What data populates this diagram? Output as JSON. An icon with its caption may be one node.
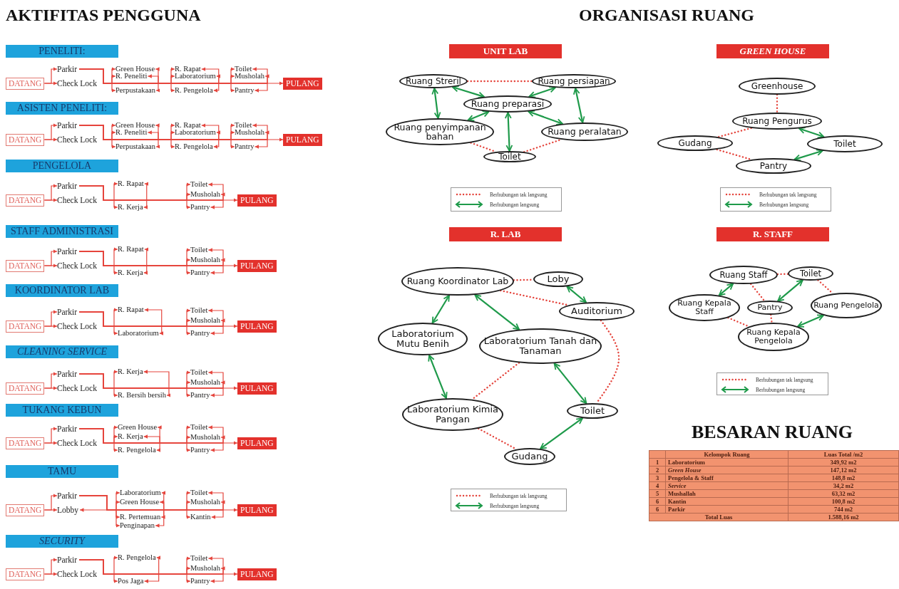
{
  "diagram": {
    "nodes": [
      {
        "text": [
          "PENELITI:"
        ]
      },
      {
        "text": [
          "DATANG"
        ]
      },
      {
        "text": [
          "Parkir"
        ]
      },
      {
        "text": [
          "Check Lock"
        ]
      },
      {
        "text": [
          "Green House"
        ]
      },
      {
        "text": [
          "R. Peneliti"
        ]
      },
      {
        "text": [
          "Perpustakaan"
        ]
      },
      {
        "text": [
          "R. Rapat"
        ]
      },
      {
        "text": [
          "Laboratorium"
        ]
      },
      {
        "text": [
          "R. Pengelola"
        ]
      },
      {
        "text": [
          "Toilet"
        ]
      },
      {
        "text": [
          "Musholah"
        ]
      },
      {
        "text": [
          "Pantry"
        ]
      },
      {
        "text": [
          "PULANG"
        ]
      },
      {
        "text": [
          "ASISTEN PENELITI:"
        ]
      },
      {
        "text": [
          "DATANG"
        ]
      },
      {
        "text": [
          "Parkir"
        ]
      },
      {
        "text": [
          "Check Lock"
        ]
      },
      {
        "text": [
          "Green House"
        ]
      },
      {
        "text": [
          "R. Peneliti"
        ]
      },
      {
        "text": [
          "Perpustakaan"
        ]
      },
      {
        "text": [
          "R. Rapat"
        ]
      },
      {
        "text": [
          "Laboratorium"
        ]
      },
      {
        "text": [
          "R. Pengelola"
        ]
      },
      {
        "text": [
          "Toilet"
        ]
      },
      {
        "text": [
          "Musholah"
        ]
      },
      {
        "text": [
          "Pantry"
        ]
      },
      {
        "text": [
          "PULANG"
        ]
      },
      {
        "text": [
          "PENGELOLA"
        ]
      },
      {
        "text": [
          "DATANG"
        ]
      },
      {
        "text": [
          "Parkir"
        ]
      },
      {
        "text": [
          "Check Lock"
        ]
      },
      {
        "text": [
          "R. Rapat"
        ]
      },
      {
        "text": [
          "R. Kerja"
        ]
      },
      {
        "text": [
          "Toilet"
        ]
      },
      {
        "text": [
          "Musholah"
        ]
      },
      {
        "text": [
          "Pantry"
        ]
      },
      {
        "text": [
          "PULANG"
        ]
      },
      {
        "text": [
          "STAFF ADMINISTRASI"
        ]
      },
      {
        "text": [
          "DATANG"
        ]
      },
      {
        "text": [
          "Parkir"
        ]
      },
      {
        "text": [
          "Check Lock"
        ]
      },
      {
        "text": [
          "R. Rapat"
        ]
      },
      {
        "text": [
          "R. Kerja"
        ]
      },
      {
        "text": [
          "Toilet"
        ]
      },
      {
        "text": [
          "Musholah"
        ]
      },
      {
        "text": [
          "Pantry"
        ]
      },
      {
        "text": [
          "PULANG"
        ]
      },
      {
        "text": [
          "KOORDINATOR LAB"
        ]
      },
      {
        "text": [
          "DATANG"
        ]
      },
      {
        "text": [
          "Parkir"
        ]
      },
      {
        "text": [
          "Check Lock"
        ]
      },
      {
        "text": [
          "R. Rapat"
        ]
      },
      {
        "text": [
          "Laboratorium"
        ]
      },
      {
        "text": [
          "Toilet"
        ]
      },
      {
        "text": [
          "Musholah"
        ]
      },
      {
        "text": [
          "Pantry"
        ]
      },
      {
        "text": [
          "PULANG"
        ]
      },
      {
        "text": [
          "CLEANING SERVICE"
        ]
      },
      {
        "text": [
          "DATANG"
        ]
      },
      {
        "text": [
          "Parkir"
        ]
      },
      {
        "text": [
          "Check Lock"
        ]
      },
      {
        "text": [
          "R. Kerja"
        ]
      },
      {
        "text": [
          "R. Bersih bersih"
        ]
      },
      {
        "text": [
          "Toilet"
        ]
      },
      {
        "text": [
          "Musholah"
        ]
      },
      {
        "text": [
          "Pantry"
        ]
      },
      {
        "text": [
          "PULANG"
        ]
      },
      {
        "text": [
          "TUKANG KEBUN"
        ]
      },
      {
        "text": [
          "DATANG"
        ]
      },
      {
        "text": [
          "Parkir"
        ]
      },
      {
        "text": [
          "Check Lock"
        ]
      },
      {
        "text": [
          "Green House"
        ]
      },
      {
        "text": [
          "R. Kerja"
        ]
      },
      {
        "text": [
          "R. Pengelola"
        ]
      },
      {
        "text": [
          "Toilet"
        ]
      },
      {
        "text": [
          "Musholah"
        ]
      },
      {
        "text": [
          "Pantry"
        ]
      },
      {
        "text": [
          "PULANG"
        ]
      },
      {
        "text": [
          "TAMU"
        ]
      },
      {
        "text": [
          "DATANG"
        ]
      },
      {
        "text": [
          "Parkir"
        ]
      },
      {
        "text": [
          "Lobby"
        ]
      },
      {
        "text": [
          "Laboratorium"
        ]
      },
      {
        "text": [
          "Green House"
        ]
      },
      {
        "text": [
          "R. Pertemuan"
        ]
      },
      {
        "text": [
          "Penginapan"
        ]
      },
      {
        "text": [
          "Toilet"
        ]
      },
      {
        "text": [
          "Musholah"
        ]
      },
      {
        "text": [
          "Kantin"
        ]
      },
      {
        "text": [
          "PULANG"
        ]
      },
      {
        "text": [
          "SECURITY"
        ]
      },
      {
        "text": [
          "DATANG"
        ]
      },
      {
        "text": [
          "Parkir"
        ]
      },
      {
        "text": [
          "Check Lock"
        ]
      },
      {
        "text": [
          "R. Pengelola"
        ]
      },
      {
        "text": [
          "Pos Jaga"
        ]
      },
      {
        "text": [
          "Toilet"
        ]
      },
      {
        "text": [
          "Musholah"
        ]
      },
      {
        "text": [
          "Pantry"
        ]
      },
      {
        "text": [
          "PULANG"
        ]
      },
      {
        "text": [
          "UNIT LAB"
        ]
      },
      {
        "text": [
          "Ruang Streril"
        ]
      },
      {
        "text": [
          "Ruang persiapan"
        ]
      },
      {
        "text": [
          "Ruang preparasi"
        ]
      },
      {
        "text": [
          "Ruang penyimpanan bahan"
        ]
      },
      {
        "text": [
          "Ruang peralatan"
        ]
      },
      {
        "text": [
          "Toilet"
        ]
      },
      {
        "text": [
          "GREEN HOUSE"
        ]
      },
      {
        "text": [
          "Greenhouse"
        ]
      },
      {
        "text": [
          "Ruang Pengurus"
        ]
      },
      {
        "text": [
          "Gudang"
        ]
      },
      {
        "text": [
          "Toilet"
        ]
      },
      {
        "text": [
          "Pantry"
        ]
      },
      {
        "text": [
          "R. LAB"
        ]
      },
      {
        "text": [
          "Ruang Koordinator Lab"
        ]
      },
      {
        "text": [
          "Loby"
        ]
      },
      {
        "text": [
          "Auditorium"
        ]
      },
      {
        "text": [
          "Laboratorium Mutu Benih"
        ]
      },
      {
        "text": [
          "Laboratorium Tanah dan Tanaman"
        ]
      },
      {
        "text": [
          "Laboratorium Kimia Pangan"
        ]
      },
      {
        "text": [
          "Toilet"
        ]
      },
      {
        "text": [
          "Gudang"
        ]
      },
      {
        "text": [
          "R. STAFF"
        ]
      },
      {
        "text": [
          "Ruang Staff"
        ]
      },
      {
        "text": [
          "Toilet"
        ]
      },
      {
        "text": [
          "Ruang Kepala Staff"
        ]
      },
      {
        "text": [
          "Pantry"
        ]
      },
      {
        "text": [
          "Ruang Pengelola"
        ]
      },
      {
        "text": [
          "Ruang Kepala Pengelola"
        ]
      }
    ],
    "edges": [
      {
        "from": 1,
        "to": 2,
        "arrow": "to"
      },
      {
        "from": 1,
        "to": 3,
        "arrow": "to"
      },
      {
        "from": 2,
        "to": 13,
        "arrow": "to"
      },
      {
        "from": 2,
        "to": 4,
        "arrow": "to"
      },
      {
        "from": 2,
        "to": 4,
        "arrow": "to"
      },
      {
        "from": 2,
        "to": 5,
        "arrow": "to"
      },
      {
        "from": 2,
        "to": 5,
        "arrow": "to"
      },
      {
        "from": 2,
        "to": 6,
        "arrow": "to"
      },
      {
        "from": 2,
        "to": 6,
        "arrow": "to"
      },
      {
        "from": 2,
        "to": 7,
        "arrow": "to"
      },
      {
        "from": 2,
        "to": 7,
        "arrow": "to"
      },
      {
        "from": 2,
        "to": 8,
        "arrow": "to"
      },
      {
        "from": 2,
        "to": 8,
        "arrow": "to"
      },
      {
        "from": 2,
        "to": 9,
        "arrow": "to"
      },
      {
        "from": 2,
        "to": 9,
        "arrow": "to"
      },
      {
        "from": 2,
        "to": 10,
        "arrow": "to"
      },
      {
        "from": 2,
        "to": 10,
        "arrow": "to"
      },
      {
        "from": 2,
        "to": 11,
        "arrow": "to"
      },
      {
        "from": 2,
        "to": 11,
        "arrow": "to"
      },
      {
        "from": 2,
        "to": 12,
        "arrow": "to"
      },
      {
        "from": 2,
        "to": 12,
        "arrow": "to"
      },
      {
        "from": 15,
        "to": 16,
        "arrow": "to"
      },
      {
        "from": 15,
        "to": 17,
        "arrow": "to"
      },
      {
        "from": 16,
        "to": 27,
        "arrow": "to"
      },
      {
        "from": 16,
        "to": 18,
        "arrow": "to"
      },
      {
        "from": 16,
        "to": 18,
        "arrow": "to"
      },
      {
        "from": 16,
        "to": 19,
        "arrow": "to"
      },
      {
        "from": 16,
        "to": 19,
        "arrow": "to"
      },
      {
        "from": 16,
        "to": 20,
        "arrow": "to"
      },
      {
        "from": 16,
        "to": 20,
        "arrow": "to"
      },
      {
        "from": 16,
        "to": 21,
        "arrow": "to"
      },
      {
        "from": 16,
        "to": 21,
        "arrow": "to"
      },
      {
        "from": 16,
        "to": 22,
        "arrow": "to"
      },
      {
        "from": 16,
        "to": 22,
        "arrow": "to"
      },
      {
        "from": 16,
        "to": 23,
        "arrow": "to"
      },
      {
        "from": 16,
        "to": 23,
        "arrow": "to"
      },
      {
        "from": 16,
        "to": 24,
        "arrow": "to"
      },
      {
        "from": 16,
        "to": 24,
        "arrow": "to"
      },
      {
        "from": 16,
        "to": 25,
        "arrow": "to"
      },
      {
        "from": 16,
        "to": 25,
        "arrow": "to"
      },
      {
        "from": 16,
        "to": 26,
        "arrow": "to"
      },
      {
        "from": 16,
        "to": 26,
        "arrow": "to"
      },
      {
        "from": 29,
        "to": 30,
        "arrow": "to"
      },
      {
        "from": 29,
        "to": 31,
        "arrow": "to"
      },
      {
        "from": 30,
        "to": 37,
        "arrow": "to"
      },
      {
        "from": 30,
        "to": 32,
        "arrow": "to"
      },
      {
        "from": 30,
        "to": 32,
        "arrow": "to"
      },
      {
        "from": 30,
        "to": 33,
        "arrow": "to"
      },
      {
        "from": 30,
        "to": 33,
        "arrow": "to"
      },
      {
        "from": 30,
        "to": 34,
        "arrow": "to"
      },
      {
        "from": 30,
        "to": 34,
        "arrow": "to"
      },
      {
        "from": 30,
        "to": 35,
        "arrow": "to"
      },
      {
        "from": 30,
        "to": 35,
        "arrow": "to"
      },
      {
        "from": 30,
        "to": 36,
        "arrow": "to"
      },
      {
        "from": 30,
        "to": 36,
        "arrow": "to"
      },
      {
        "from": 39,
        "to": 40,
        "arrow": "to"
      },
      {
        "from": 39,
        "to": 41,
        "arrow": "to"
      },
      {
        "from": 40,
        "to": 47,
        "arrow": "to"
      },
      {
        "from": 40,
        "to": 42,
        "arrow": "to"
      },
      {
        "from": 40,
        "to": 42,
        "arrow": "to"
      },
      {
        "from": 40,
        "to": 43,
        "arrow": "to"
      },
      {
        "from": 40,
        "to": 43,
        "arrow": "to"
      },
      {
        "from": 40,
        "to": 44,
        "arrow": "to"
      },
      {
        "from": 40,
        "to": 44,
        "arrow": "to"
      },
      {
        "from": 40,
        "to": 45,
        "arrow": "to"
      },
      {
        "from": 40,
        "to": 45,
        "arrow": "to"
      },
      {
        "from": 40,
        "to": 46,
        "arrow": "to"
      },
      {
        "from": 40,
        "to": 46,
        "arrow": "to"
      },
      {
        "from": 49,
        "to": 50,
        "arrow": "to"
      },
      {
        "from": 49,
        "to": 51,
        "arrow": "to"
      },
      {
        "from": 50,
        "to": 57,
        "arrow": "to"
      },
      {
        "from": 50,
        "to": 52,
        "arrow": "to"
      },
      {
        "from": 50,
        "to": 52,
        "arrow": "to"
      },
      {
        "from": 50,
        "to": 53,
        "arrow": "to"
      },
      {
        "from": 50,
        "to": 53,
        "arrow": "to"
      },
      {
        "from": 50,
        "to": 54,
        "arrow": "to"
      },
      {
        "from": 50,
        "to": 54,
        "arrow": "to"
      },
      {
        "from": 50,
        "to": 55,
        "arrow": "to"
      },
      {
        "from": 50,
        "to": 55,
        "arrow": "to"
      },
      {
        "from": 50,
        "to": 56,
        "arrow": "to"
      },
      {
        "from": 50,
        "to": 56,
        "arrow": "to"
      },
      {
        "from": 59,
        "to": 60,
        "arrow": "to"
      },
      {
        "from": 59,
        "to": 61,
        "arrow": "to"
      },
      {
        "from": 60,
        "to": 67,
        "arrow": "to"
      },
      {
        "from": 60,
        "to": 62,
        "arrow": "to"
      },
      {
        "from": 60,
        "to": 62,
        "arrow": "to"
      },
      {
        "from": 60,
        "to": 63,
        "arrow": "to"
      },
      {
        "from": 60,
        "to": 63,
        "arrow": "to"
      },
      {
        "from": 60,
        "to": 64,
        "arrow": "to"
      },
      {
        "from": 60,
        "to": 64,
        "arrow": "to"
      },
      {
        "from": 60,
        "to": 65,
        "arrow": "to"
      },
      {
        "from": 60,
        "to": 65,
        "arrow": "to"
      },
      {
        "from": 60,
        "to": 66,
        "arrow": "to"
      },
      {
        "from": 60,
        "to": 66,
        "arrow": "to"
      },
      {
        "from": 69,
        "to": 70,
        "arrow": "to"
      },
      {
        "from": 69,
        "to": 71,
        "arrow": "to"
      },
      {
        "from": 70,
        "to": 78,
        "arrow": "to"
      },
      {
        "from": 70,
        "to": 72,
        "arrow": "to"
      },
      {
        "from": 70,
        "to": 72,
        "arrow": "to"
      },
      {
        "from": 70,
        "to": 73,
        "arrow": "to"
      },
      {
        "from": 70,
        "to": 73,
        "arrow": "to"
      },
      {
        "from": 70,
        "to": 74,
        "arrow": "to"
      },
      {
        "from": 70,
        "to": 74,
        "arrow": "to"
      },
      {
        "from": 70,
        "to": 75,
        "arrow": "to"
      },
      {
        "from": 70,
        "to": 75,
        "arrow": "to"
      },
      {
        "from": 70,
        "to": 76,
        "arrow": "to"
      },
      {
        "from": 70,
        "to": 76,
        "arrow": "to"
      },
      {
        "from": 70,
        "to": 77,
        "arrow": "to"
      },
      {
        "from": 70,
        "to": 77,
        "arrow": "to"
      },
      {
        "from": 80,
        "to": 81,
        "arrow": "to"
      },
      {
        "from": 80,
        "to": 82,
        "arrow": "to"
      },
      {
        "from": 81,
        "to": 90,
        "arrow": "to"
      },
      {
        "from": 81,
        "to": 82,
        "arrow": "to"
      },
      {
        "from": 81,
        "to": 83,
        "arrow": "to"
      },
      {
        "from": 81,
        "to": 83,
        "arrow": "to"
      },
      {
        "from": 81,
        "to": 84,
        "arrow": "to"
      },
      {
        "from": 81,
        "to": 84,
        "arrow": "to"
      },
      {
        "from": 81,
        "to": 85,
        "arrow": "to"
      },
      {
        "from": 81,
        "to": 85,
        "arrow": "to"
      },
      {
        "from": 81,
        "to": 86,
        "arrow": "to"
      },
      {
        "from": 81,
        "to": 86,
        "arrow": "to"
      },
      {
        "from": 81,
        "to": 87,
        "arrow": "to"
      },
      {
        "from": 81,
        "to": 87,
        "arrow": "to"
      },
      {
        "from": 81,
        "to": 88,
        "arrow": "to"
      },
      {
        "from": 81,
        "to": 88,
        "arrow": "to"
      },
      {
        "from": 81,
        "to": 89,
        "arrow": "to"
      },
      {
        "from": 81,
        "to": 89,
        "arrow": "to"
      },
      {
        "from": 92,
        "to": 93,
        "arrow": "to"
      },
      {
        "from": 92,
        "to": 94,
        "arrow": "to"
      },
      {
        "from": 93,
        "to": 100,
        "arrow": "to"
      },
      {
        "from": 93,
        "to": 95,
        "arrow": "to"
      },
      {
        "from": 93,
        "to": 95,
        "arrow": "to"
      },
      {
        "from": 93,
        "to": 96,
        "arrow": "to"
      },
      {
        "from": 93,
        "to": 96,
        "arrow": "to"
      },
      {
        "from": 93,
        "to": 97,
        "arrow": "to"
      },
      {
        "from": 93,
        "to": 97,
        "arrow": "to"
      },
      {
        "from": 93,
        "to": 98,
        "arrow": "to"
      },
      {
        "from": 93,
        "to": 98,
        "arrow": "to"
      },
      {
        "from": 93,
        "to": 99,
        "arrow": "to"
      },
      {
        "from": 93,
        "to": 99,
        "arrow": "to"
      },
      {
        "from": 102,
        "to": 103,
        "arrow": "none",
        "style": "dashed"
      },
      {
        "from": 102,
        "to": 104,
        "arrow": "both",
        "color": "#1e9a4a"
      },
      {
        "from": 102,
        "to": 105,
        "arrow": "both",
        "color": "#1e9a4a"
      },
      {
        "from": 103,
        "to": 104,
        "arrow": "both",
        "color": "#1e9a4a"
      },
      {
        "from": 103,
        "to": 106,
        "arrow": "both",
        "color": "#1e9a4a"
      },
      {
        "from": 104,
        "to": 105,
        "arrow": "both",
        "color": "#1e9a4a"
      },
      {
        "from": 104,
        "to": 107,
        "arrow": "both",
        "color": "#1e9a4a"
      },
      {
        "from": 104,
        "to": 106,
        "arrow": "both",
        "color": "#1e9a4a"
      },
      {
        "from": 105,
        "to": 107,
        "arrow": "none",
        "style": "dashed"
      },
      {
        "from": 107,
        "to": 106,
        "arrow": "none",
        "style": "dashed"
      },
      {
        "from": 109,
        "to": 110,
        "arrow": "none",
        "style": "dashed"
      },
      {
        "from": 110,
        "to": 111,
        "arrow": "none",
        "style": "dashed"
      },
      {
        "from": 111,
        "to": 113,
        "arrow": "none",
        "style": "dashed"
      },
      {
        "from": 110,
        "to": 112,
        "arrow": "both",
        "color": "#1e9a4a"
      },
      {
        "from": 112,
        "to": 113,
        "arrow": "both",
        "color": "#1e9a4a"
      },
      {
        "from": 115,
        "to": 116,
        "arrow": "none",
        "style": "dashed"
      },
      {
        "from": 115,
        "to": 117,
        "arrow": "none",
        "style": "dashed"
      },
      {
        "from": 116,
        "to": 117,
        "arrow": "both",
        "color": "#1e9a4a"
      },
      {
        "from": 115,
        "to": 118,
        "arrow": "both",
        "color": "#1e9a4a"
      },
      {
        "from": 115,
        "to": 119,
        "arrow": "both",
        "color": "#1e9a4a"
      },
      {
        "from": 118,
        "to": 120,
        "arrow": "both",
        "color": "#1e9a4a"
      },
      {
        "from": 119,
        "to": 120,
        "arrow": "none",
        "style": "dashed"
      },
      {
        "from": 119,
        "to": 121,
        "arrow": "both",
        "color": "#1e9a4a"
      },
      {
        "from": 117,
        "to": 121,
        "arrow": "none",
        "style": "dashed"
      },
      {
        "from": 120,
        "to": 122,
        "arrow": "none",
        "style": "dashed"
      },
      {
        "from": 122,
        "to": 121,
        "arrow": "both",
        "color": "#1e9a4a"
      },
      {
        "from": 124,
        "to": 125,
        "arrow": "none",
        "style": "dashed"
      },
      {
        "from": 124,
        "to": 126,
        "arrow": "both",
        "color": "#1e9a4a"
      },
      {
        "from": 124,
        "to": 127,
        "arrow": "none",
        "style": "dashed"
      },
      {
        "from": 125,
        "to": 127,
        "arrow": "both",
        "color": "#1e9a4a"
      },
      {
        "from": 125,
        "to": 128,
        "arrow": "none",
        "style": "dashed"
      },
      {
        "from": 127,
        "to": 129,
        "arrow": "none",
        "style": "dashed"
      },
      {
        "from": 126,
        "to": 129,
        "arrow": "none",
        "style": "dashed"
      },
      {
        "from": 128,
        "to": 129,
        "arrow": "both",
        "color": "#1e9a4a"
      }
    ],
    "labels": [
      "AKTIFITAS PENGGUNA",
      "ORGANISASI RUANG",
      "BESARAN RUANG",
      "Kelompok Ruang",
      "Luas Total /m2",
      "1",
      "Laboratorium",
      "349,92 m2",
      "2",
      "Green House",
      "147,12 m2",
      "3",
      "Pengelola & Staff",
      "148,8 m2",
      "4",
      "Service",
      "34,2 m2",
      "5",
      "Mushallah",
      "63,32 m2",
      "6",
      "Kantin",
      "100,8 m2",
      "6",
      "Parkir",
      "744 m2",
      "Total Luas",
      "1.588,16 m2"
    ],
    "legend": [
      {
        "text": "Berhubungan tak langsung"
      },
      {
        "text": "Berhubungan langsung"
      },
      {
        "text": "Berhubungan tak langsung"
      },
      {
        "text": "Berhubungan langsung"
      },
      {
        "text": "Berhubungan tak langsung"
      },
      {
        "text": "Berhubungan langsung"
      },
      {
        "text": "Berhubungan tak langsung"
      },
      {
        "text": "Berhubungan langsung"
      }
    ]
  }
}
